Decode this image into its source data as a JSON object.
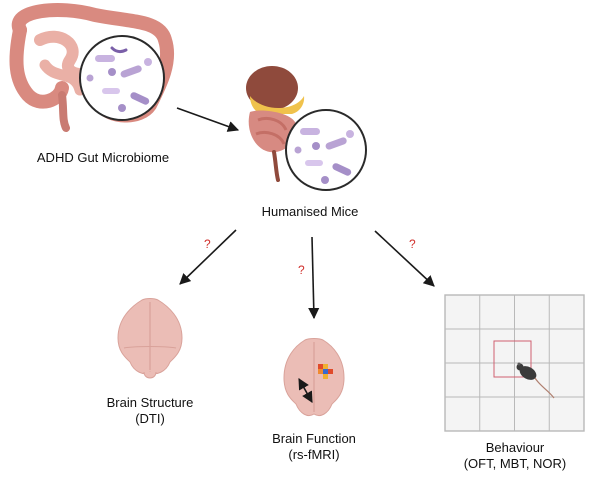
{
  "nodes": {
    "gut": {
      "label": "ADHD Gut Microbiome"
    },
    "mice": {
      "label": "Humanised Mice"
    },
    "structure": {
      "line1": "Brain Structure",
      "line2": "(DTI)"
    },
    "function": {
      "line1": "Brain Function",
      "line2": "(rs-fMRI)"
    },
    "behaviour": {
      "line1": "Behaviour",
      "line2": "(OFT, MBT, NOR)"
    }
  },
  "question_marks": {
    "left": "?",
    "middle": "?",
    "right": "?"
  },
  "colors": {
    "intestine": "#e8a49a",
    "bacteria": "#b9a3d4",
    "brain": "#ebbdb6",
    "question": "#d0302c",
    "grid": "#b9b9b9",
    "arrow": "#1a1a1a"
  },
  "icons": [
    "intestine-icon",
    "bacteria-lens-icon",
    "mouse-organs-icon",
    "brain-icon",
    "open-field-arena-icon",
    "mouse-icon"
  ]
}
